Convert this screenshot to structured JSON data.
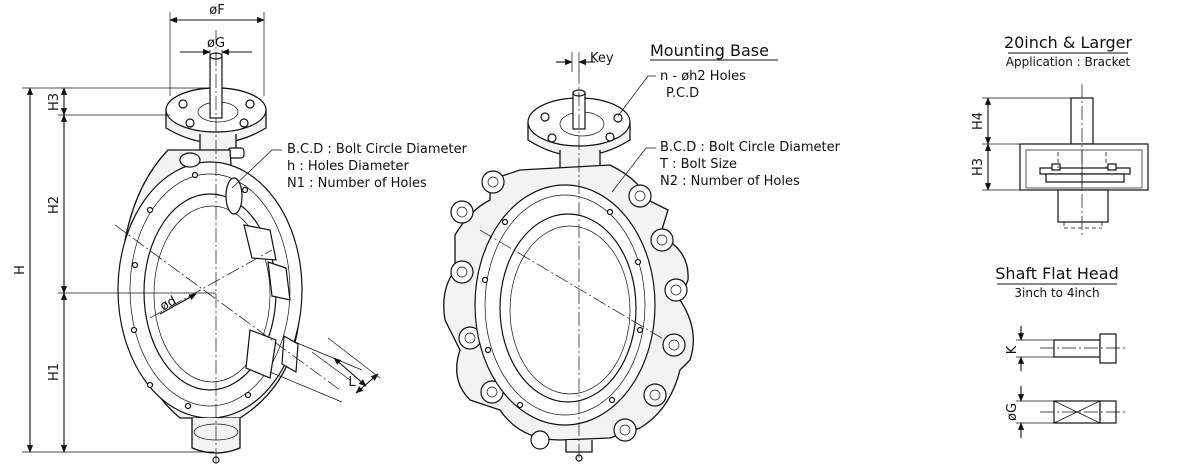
{
  "left_view": {
    "dims": {
      "phiF": "øF",
      "phiG": "øG",
      "H": "H",
      "H1": "H1",
      "H2": "H2",
      "H3": "H3",
      "phid": "ød",
      "L": "L"
    },
    "notes": [
      "B.C.D : Bolt Circle Diameter",
      "h : Holes Diameter",
      "N1 : Number of Holes"
    ]
  },
  "middle_view": {
    "key_label": "Key",
    "mounting_base_title": "Mounting Base",
    "mounting_notes": [
      "n - øh2 Holes",
      "P.C.D"
    ],
    "notes": [
      "B.C.D : Bolt Circle Diameter",
      "T : Bolt Size",
      "N2 : Number of Holes"
    ]
  },
  "bracket_view": {
    "title": "20inch & Larger",
    "subtitle": "Application : Bracket",
    "dims": {
      "H4": "H4",
      "H3": "H3"
    }
  },
  "shaft_view": {
    "title": "Shaft Flat Head",
    "subtitle": "3inch to 4inch",
    "dims": {
      "K": "K",
      "phiG": "øG"
    }
  }
}
